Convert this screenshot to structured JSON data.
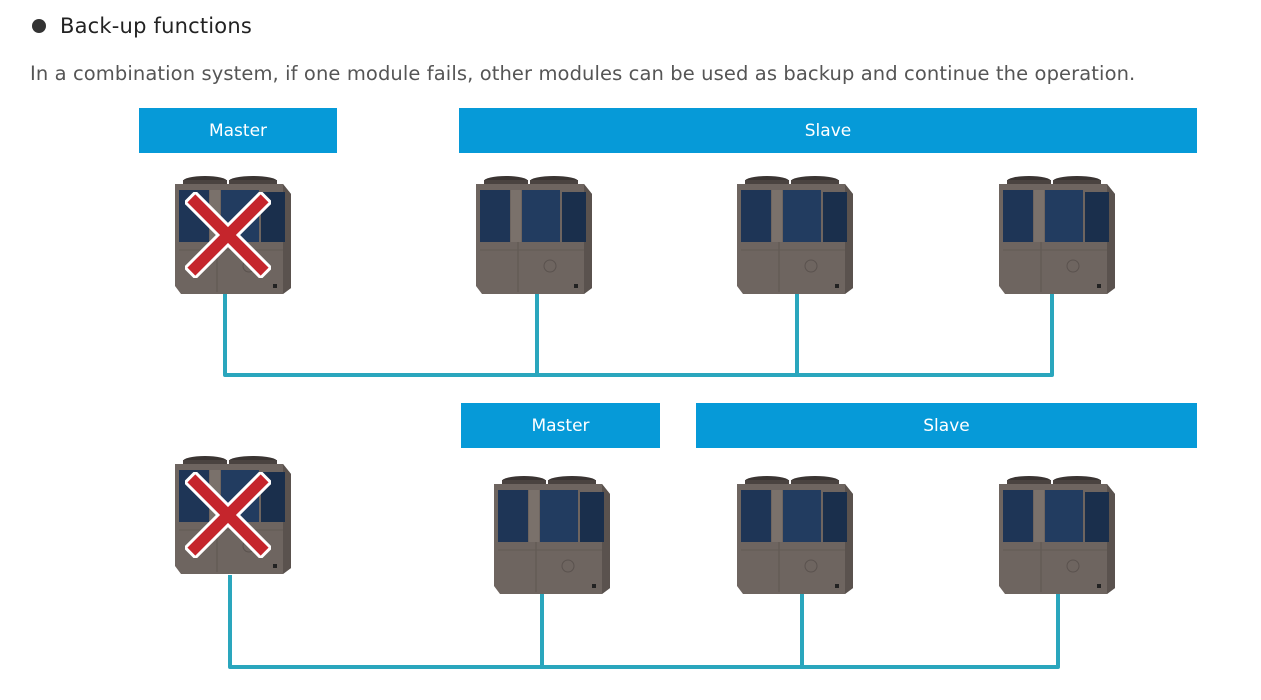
{
  "section": {
    "title": "Back-up functions",
    "description": "In a combination system, if one module fails, other modules can be used as backup and continue the operation."
  },
  "diagram_top": {
    "master_label": "Master",
    "slave_label": "Slave",
    "failed_module": "module-1"
  },
  "diagram_bottom": {
    "master_label": "Master",
    "slave_label": "Slave",
    "failed_module": "module-1"
  },
  "colors": {
    "label_bg": "#069ad8",
    "pipe": "#2aa6bd",
    "fail_mark": "#c5252c",
    "unit_body": "#6e6560",
    "unit_panel": "#1e3556"
  },
  "icons": [
    "heat-pump-unit-icon",
    "failure-x-icon"
  ]
}
